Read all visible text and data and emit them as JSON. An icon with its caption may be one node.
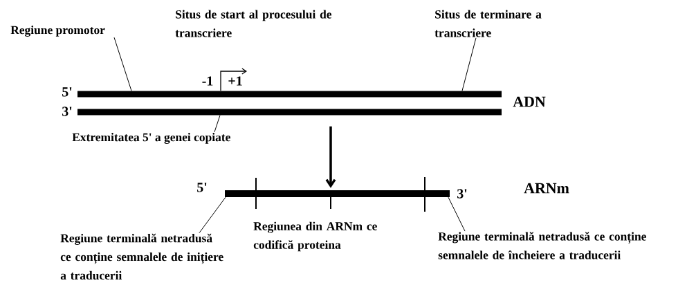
{
  "diagram": {
    "nodes": [
      {
        "text": [
          "Regiune promotor"
        ]
      },
      {
        "text": [
          "Situs de start al procesului de transcriere"
        ]
      },
      {
        "text": [
          "Situs de terminare a transcriere"
        ]
      },
      {
        "text": [],
        "shape": "bar"
      },
      {
        "text": [],
        "shape": "bar"
      },
      {
        "text": [
          "Extremitatea 5' a genei copiate"
        ]
      },
      {
        "text": [],
        "shape": "bar"
      },
      {
        "text": [
          "Regiune terminală netradusă ce conține semnalele de inițiere a traducerii"
        ]
      },
      {
        "text": [
          "Regiunea din ARNm ce codifică proteina"
        ]
      },
      {
        "text": [
          "Regiune terminală netradusă ce conține semnalele de încheiere a traducerii"
        ]
      }
    ],
    "edges": [
      {
        "from": 0,
        "to": 3,
        "arrow": "none"
      },
      {
        "from": 2,
        "to": 3,
        "arrow": "none"
      },
      {
        "from": 5,
        "to": 4,
        "arrow": "none"
      },
      {
        "from": 4,
        "to": 6,
        "arrow": "to",
        "style": "thick"
      },
      {
        "from": 7,
        "to": 6,
        "arrow": "none"
      },
      {
        "from": 9,
        "to": 6,
        "arrow": "none"
      }
    ],
    "labels": [
      "5'",
      "3'",
      "ADN",
      "-1",
      "+1",
      "5'",
      "3'",
      "ARNm"
    ]
  }
}
